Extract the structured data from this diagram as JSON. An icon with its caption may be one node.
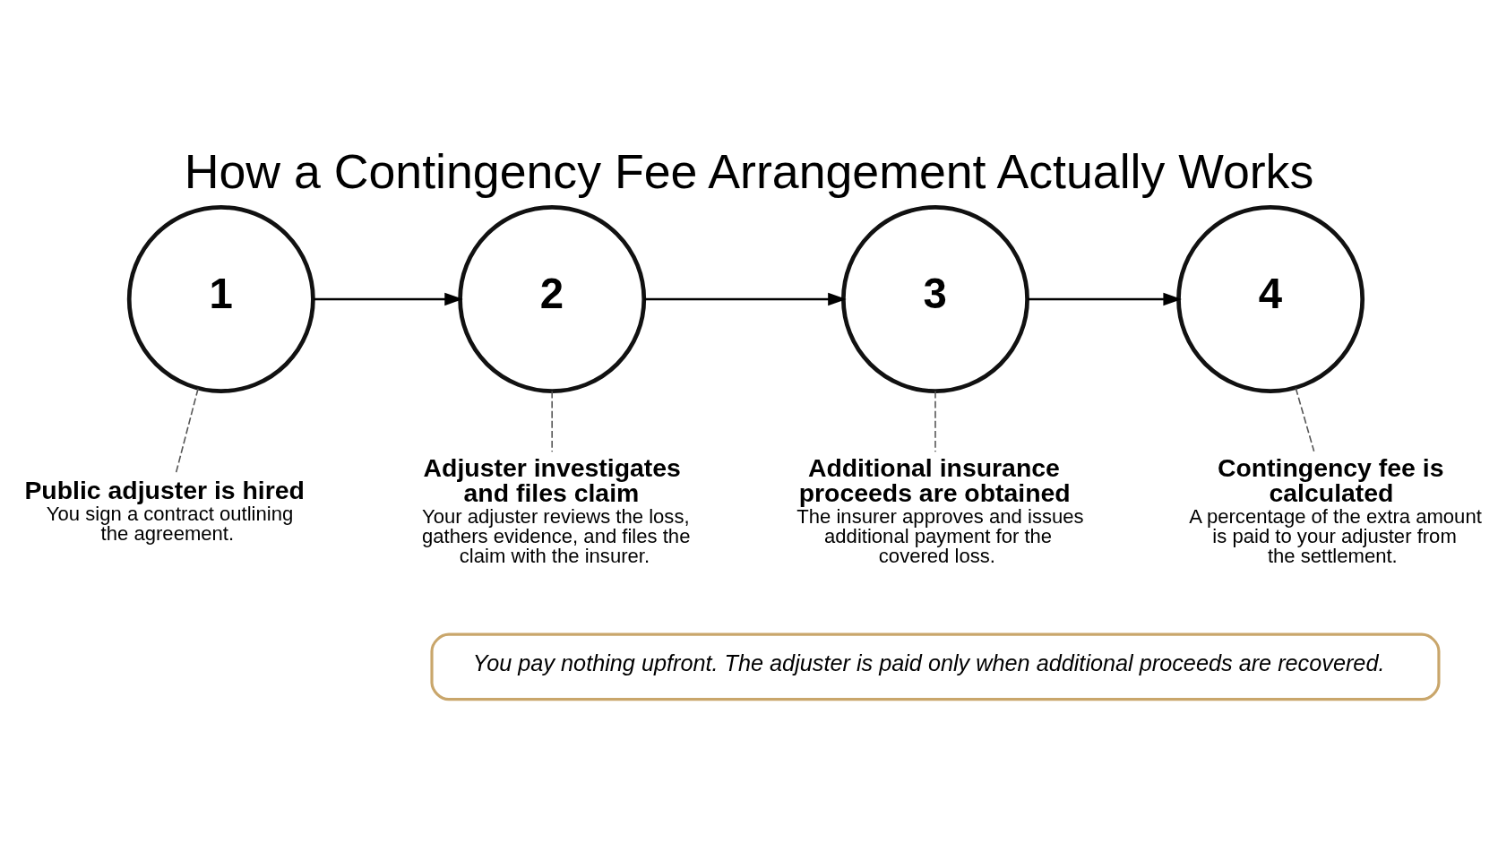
{
  "diagram": {
    "title": "How a Contingency Fee Arrangement Actually Works",
    "nodes": [
      {
        "text": [
          "1"
        ]
      },
      {
        "text": [
          "Public adjuster is hired",
          "You sign a contract outlining the agreement."
        ]
      },
      {
        "text": [
          "2"
        ]
      },
      {
        "text": [
          "Adjuster investigates and files claim",
          "Your adjuster reviews the loss, gathers evidence, and files the claim with the insurer."
        ]
      },
      {
        "text": [
          "3"
        ]
      },
      {
        "text": [
          "Additional insurance proceeds are obtained",
          "The insurer approves and issues additional payment for the covered loss."
        ]
      },
      {
        "text": [
          "4"
        ]
      },
      {
        "text": [
          "Contingency fee is calculated",
          "A percentage of the extra amount is paid to your adjuster from the settlement."
        ]
      },
      {
        "text": [
          "You pay nothing upfront. The adjuster is paid only when additional proceeds are recovered."
        ]
      }
    ],
    "edges": [
      {
        "from": 0,
        "to": 2,
        "arrow": "to"
      },
      {
        "from": 2,
        "to": 4,
        "arrow": "to"
      },
      {
        "from": 4,
        "to": 6,
        "arrow": "to"
      },
      {
        "from": 0,
        "to": 1,
        "arrow": "none",
        "style": "dashed"
      },
      {
        "from": 2,
        "to": 3,
        "arrow": "none",
        "style": "dashed"
      },
      {
        "from": 4,
        "to": 5,
        "arrow": "none",
        "style": "dashed"
      },
      {
        "from": 6,
        "to": 7,
        "arrow": "none",
        "style": "dashed"
      }
    ]
  }
}
